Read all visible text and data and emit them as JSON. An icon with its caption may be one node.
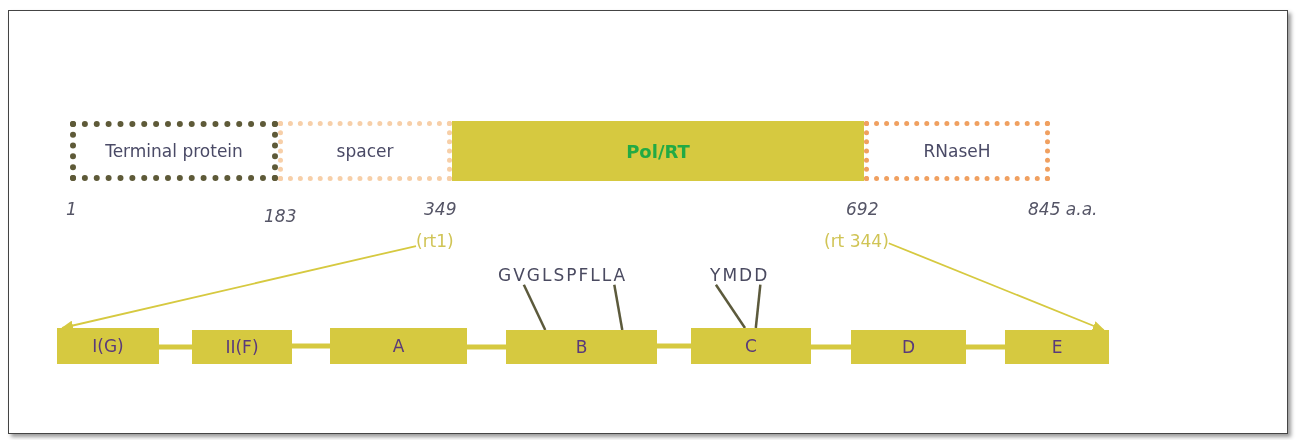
{
  "diagram": {
    "nodes": [
      {
        "text": [
          "Terminal protein"
        ]
      },
      {
        "text": [
          "spacer"
        ]
      },
      {
        "text": [
          "Pol/RT"
        ]
      },
      {
        "text": [
          "RNaseH"
        ]
      },
      {
        "text": [
          "(rt1)"
        ]
      },
      {
        "text": [
          "(rt 344)"
        ]
      },
      {
        "text": [
          "I(G)"
        ]
      },
      {
        "text": [
          "II(F)"
        ]
      },
      {
        "text": [
          "A"
        ]
      },
      {
        "text": [
          "B"
        ]
      },
      {
        "text": [
          "C"
        ]
      },
      {
        "text": [
          "D"
        ]
      },
      {
        "text": [
          "E"
        ]
      },
      {
        "text": [
          "GVGLSPFLLA"
        ]
      },
      {
        "text": [
          "YMDD"
        ]
      }
    ],
    "edges": [
      {
        "from": 4,
        "to": 6,
        "arrow": "to"
      },
      {
        "from": 5,
        "to": 12,
        "arrow": "to"
      },
      {
        "from": 6,
        "to": 7,
        "arrow": "none",
        "style": "thick"
      },
      {
        "from": 7,
        "to": 8,
        "arrow": "none",
        "style": "thick"
      },
      {
        "from": 8,
        "to": 9,
        "arrow": "none",
        "style": "thick"
      },
      {
        "from": 9,
        "to": 10,
        "arrow": "none",
        "style": "thick"
      },
      {
        "from": 10,
        "to": 11,
        "arrow": "none",
        "style": "thick"
      },
      {
        "from": 11,
        "to": 12,
        "arrow": "none",
        "style": "thick"
      },
      {
        "from": 13,
        "to": 9,
        "arrow": "none",
        "color": "#5c5a3c"
      },
      {
        "from": 13,
        "to": 9,
        "arrow": "none",
        "color": "#5c5a3c"
      },
      {
        "from": 14,
        "to": 10,
        "arrow": "none",
        "color": "#5c5a3c"
      },
      {
        "from": 14,
        "to": 10,
        "arrow": "none",
        "color": "#5c5a3c"
      }
    ],
    "labels": [
      "1",
      "183",
      "349",
      "692",
      "845 a.a."
    ]
  }
}
